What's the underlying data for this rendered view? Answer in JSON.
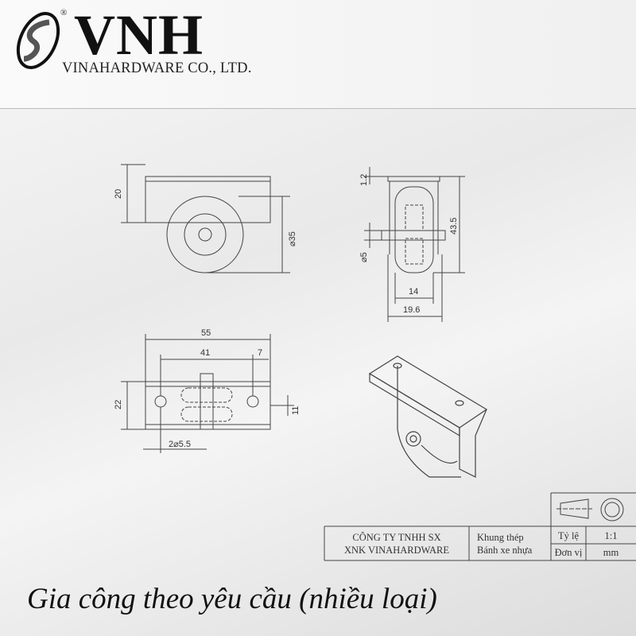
{
  "logo": {
    "brand": "VNH",
    "registered": "®",
    "company": "VINAHARDWARE CO., LTD."
  },
  "dimensions": {
    "frame_height": "20",
    "wheel_diameter": "⌀35",
    "plate_thickness": "1.2",
    "total_height": "43.5",
    "axle_diameter": "⌀5",
    "wheel_width": "14",
    "frame_width": "19.6",
    "total_length": "55",
    "hole_spacing": "41",
    "hole_offset": "7",
    "base_width": "22",
    "hole_center": "11",
    "holes": "2⌀5.5"
  },
  "title_block": {
    "company_line1": "CÔNG TY TNHH SX",
    "company_line2": "XNK VINAHARDWARE",
    "material_line1": "Khung thép",
    "material_line2": "Bánh xe nhựa",
    "scale_label": "Tỷ lệ",
    "scale_value": "1:1",
    "unit_label": "Đơn vị",
    "unit_value": "mm"
  },
  "caption": "Gia công theo yêu cầu (nhiều loại)"
}
